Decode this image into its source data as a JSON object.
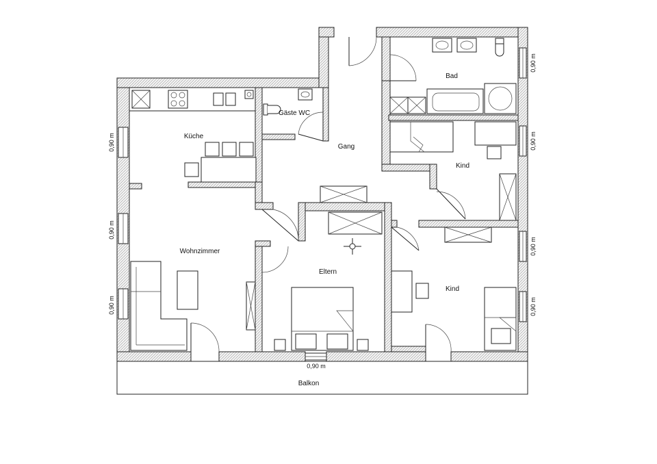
{
  "rooms": {
    "kueche": "Küche",
    "gaeste_wc": "Gäste WC",
    "gang": "Gang",
    "bad": "Bad",
    "kind_1": "Kind",
    "wohnzimmer": "Wohnzimmer",
    "eltern": "Eltern",
    "kind_2": "Kind",
    "balkon": "Balkon"
  },
  "dimensions": {
    "window_left_1": "0,90 m",
    "window_left_2": "0,90 m",
    "window_left_3": "0,90 m",
    "window_right_1": "0,90 m",
    "window_right_2": "0,90 m",
    "window_right_3": "0,90 m",
    "window_right_4": "0,90 m",
    "window_bottom": "0,90 m"
  }
}
